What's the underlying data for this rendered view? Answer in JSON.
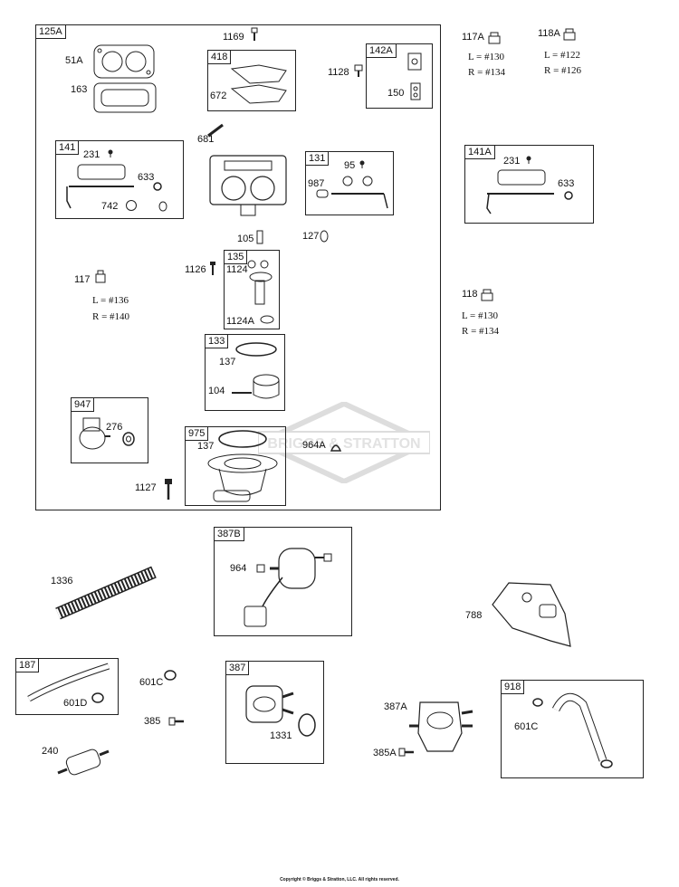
{
  "diagram": {
    "groups": {
      "g125a": "125A",
      "g418": "418",
      "g142a": "142A",
      "g141": "141",
      "g131": "131",
      "g135": "135",
      "g133": "133",
      "g947": "947",
      "g975": "975",
      "g141a": "141A",
      "g387b": "387B",
      "g187": "187",
      "g387": "387",
      "g918": "918"
    },
    "parts": {
      "p51a": "51A",
      "p163": "163",
      "p1169": "1169",
      "p672": "672",
      "p1128": "1128",
      "p150": "150",
      "p681": "681",
      "p231": "231",
      "p633": "633",
      "p742": "742",
      "p95": "95",
      "p987": "987",
      "p105": "105",
      "p127": "127",
      "p117": "117",
      "p1126": "1126",
      "p1124": "1124",
      "p1124a": "1124A",
      "p137": "137",
      "p104": "104",
      "p276": "276",
      "p964a": "964A",
      "p1127": "1127",
      "p117a": "117A",
      "p118a": "118A",
      "p231b": "231",
      "p633b": "633",
      "p118": "118",
      "p964": "964",
      "p1336": "1336",
      "p788": "788",
      "p601c": "601C",
      "p601d": "601D",
      "p385": "385",
      "p240": "240",
      "p1331": "1331",
      "p387a": "387A",
      "p385a": "385A",
      "p601c2": "601C",
      "p137b": "137"
    },
    "notes": {
      "n117a_l": "L = #130",
      "n117a_r": "R = #134",
      "n118a_l": "L = #122",
      "n118a_r": "R = #126",
      "n117_l": "L = #136",
      "n117_r": "R = #140",
      "n118_l": "L = #130",
      "n118_r": "R = #134"
    },
    "watermark": "BRIGGS & STRATTON",
    "copyright": "Copyright © Briggs & Stratton, LLC. All rights reserved."
  }
}
